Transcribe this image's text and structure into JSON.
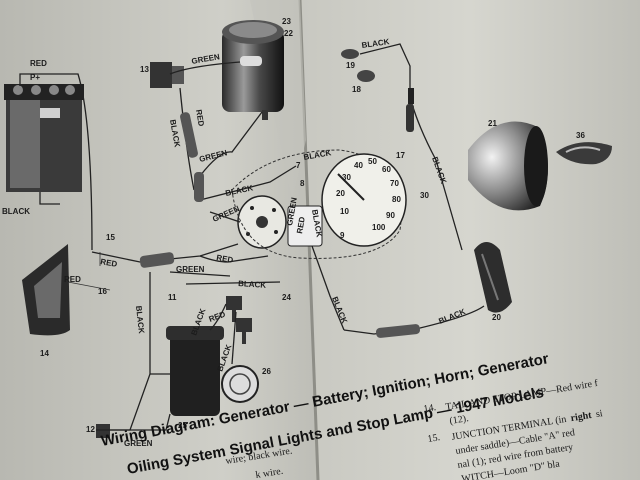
{
  "wire_labels": {
    "red_battery": "RED",
    "p_plus": "P+",
    "black_battery": "BLACK",
    "green_gen": "GREEN",
    "black_vert": "BLACK",
    "red_vert": "RED",
    "green_vert": "GREEN",
    "black_mid": "BLACK",
    "green_mid": "GREEN",
    "red_mid": "RED",
    "black_gauge": "BLACK",
    "red_low": "RED",
    "green_low": "GREEN",
    "black_low": "BLACK",
    "red_left": "RED",
    "black_down": "BLACK",
    "green_bottom": "GREEN",
    "black_top_right": "BLACK",
    "black_right": "BLACK",
    "black_lower_right": "BLACK",
    "black_bottom_right": "BLACK",
    "black_coil": "BLACK",
    "red_coil": "RED",
    "black_sw": "BLACK"
  },
  "part_numbers": {
    "n13": "13",
    "n23": "23",
    "n22": "22",
    "n19": "19",
    "n18": "18",
    "n21": "21",
    "n36": "36",
    "n17": "17",
    "n30": "30",
    "n7": "7",
    "n8": "8",
    "n9": "9",
    "n15": "15",
    "n16": "16",
    "n11": "11",
    "n24": "24",
    "n14": "14",
    "n25": "25",
    "n26": "26",
    "n12": "12",
    "n20": "20"
  },
  "caption": {
    "line1": "Wiring Diagram: Generator — Battery; Ignition; Horn; Generator",
    "line2": "Oiling System Signal Lights and Stop Lamp — 1947 Models"
  },
  "legend": {
    "item14_num": "14.",
    "item14_text": "TAIL AND STOP LAMP—Red wire f",
    "item14_sub": "(12).",
    "item15_num": "15.",
    "item15_text_a": "JUNCTION TERMINAL (in",
    "item15_bold": "right",
    "item15_text_b": "si",
    "item15_l2": "under saddle)—Cable \"A\" red",
    "item15_l3": "nal (1); red wire from battery",
    "item15_l4": "WITCH—Loom \"D\" bla"
  },
  "left_fragments": {
    "frag1": "wire; black wire.",
    "frag2": "k wire."
  },
  "gauge": {
    "scale": [
      "10",
      "20",
      "30",
      "40",
      "50",
      "60",
      "70",
      "80",
      "90",
      "100"
    ],
    "label_a": "GREEN",
    "label_b": "RED",
    "label_c": "BLACK"
  }
}
